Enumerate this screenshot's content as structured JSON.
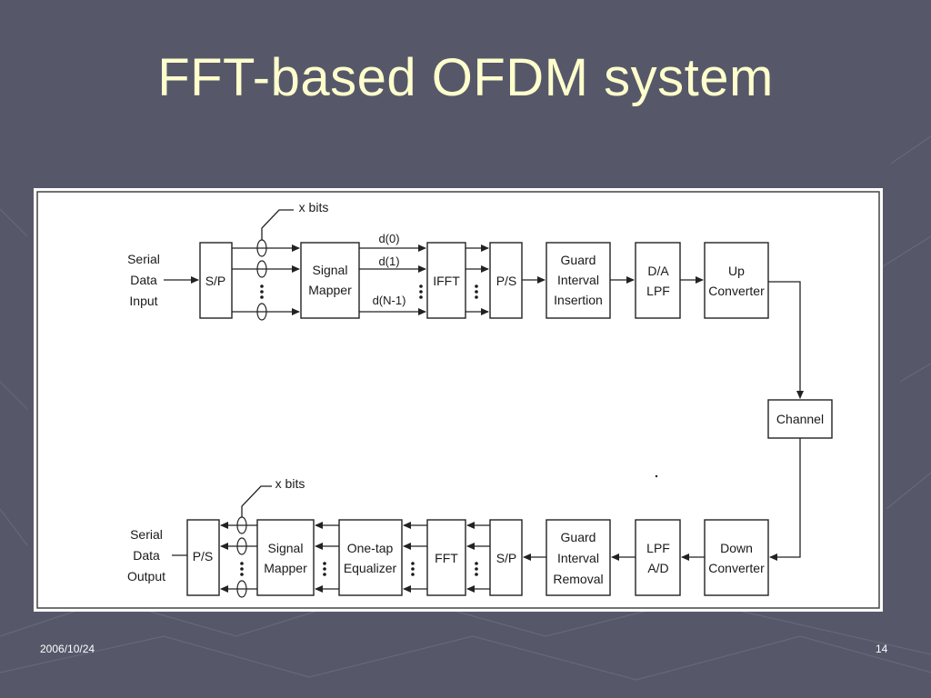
{
  "slide": {
    "title": "FFT-based OFDM system",
    "footer_date": "2006/10/24",
    "page_number": "14"
  },
  "colors": {
    "background": "#56586a",
    "title": "#ffffcc",
    "panel": "#ffffff"
  },
  "diagram": {
    "tx": {
      "input_label": [
        "Serial",
        "Data",
        "Input"
      ],
      "sp": "S/P",
      "x_bits": "x bits",
      "mapper": [
        "Signal",
        "Mapper"
      ],
      "subcarriers": [
        "d(0)",
        "d(1)",
        "d(N-1)"
      ],
      "ifft": "IFFT",
      "ps": "P/S",
      "guard_insert": [
        "Guard",
        "Interval",
        "Insertion"
      ],
      "da_lpf": [
        "D/A",
        "LPF"
      ],
      "up_converter": [
        "Up",
        "Converter"
      ]
    },
    "channel": "Channel",
    "rx": {
      "down_converter": [
        "Down",
        "Converter"
      ],
      "lpf_ad": [
        "LPF",
        "A/D"
      ],
      "guard_remove": [
        "Guard",
        "Interval",
        "Removal"
      ],
      "sp": "S/P",
      "fft": "FFT",
      "equalizer": [
        "One-tap",
        "Equalizer"
      ],
      "mapper": [
        "Signal",
        "Mapper"
      ],
      "x_bits": "x bits",
      "ps": "P/S",
      "output_label": [
        "Serial",
        "Data",
        "Output"
      ]
    }
  }
}
